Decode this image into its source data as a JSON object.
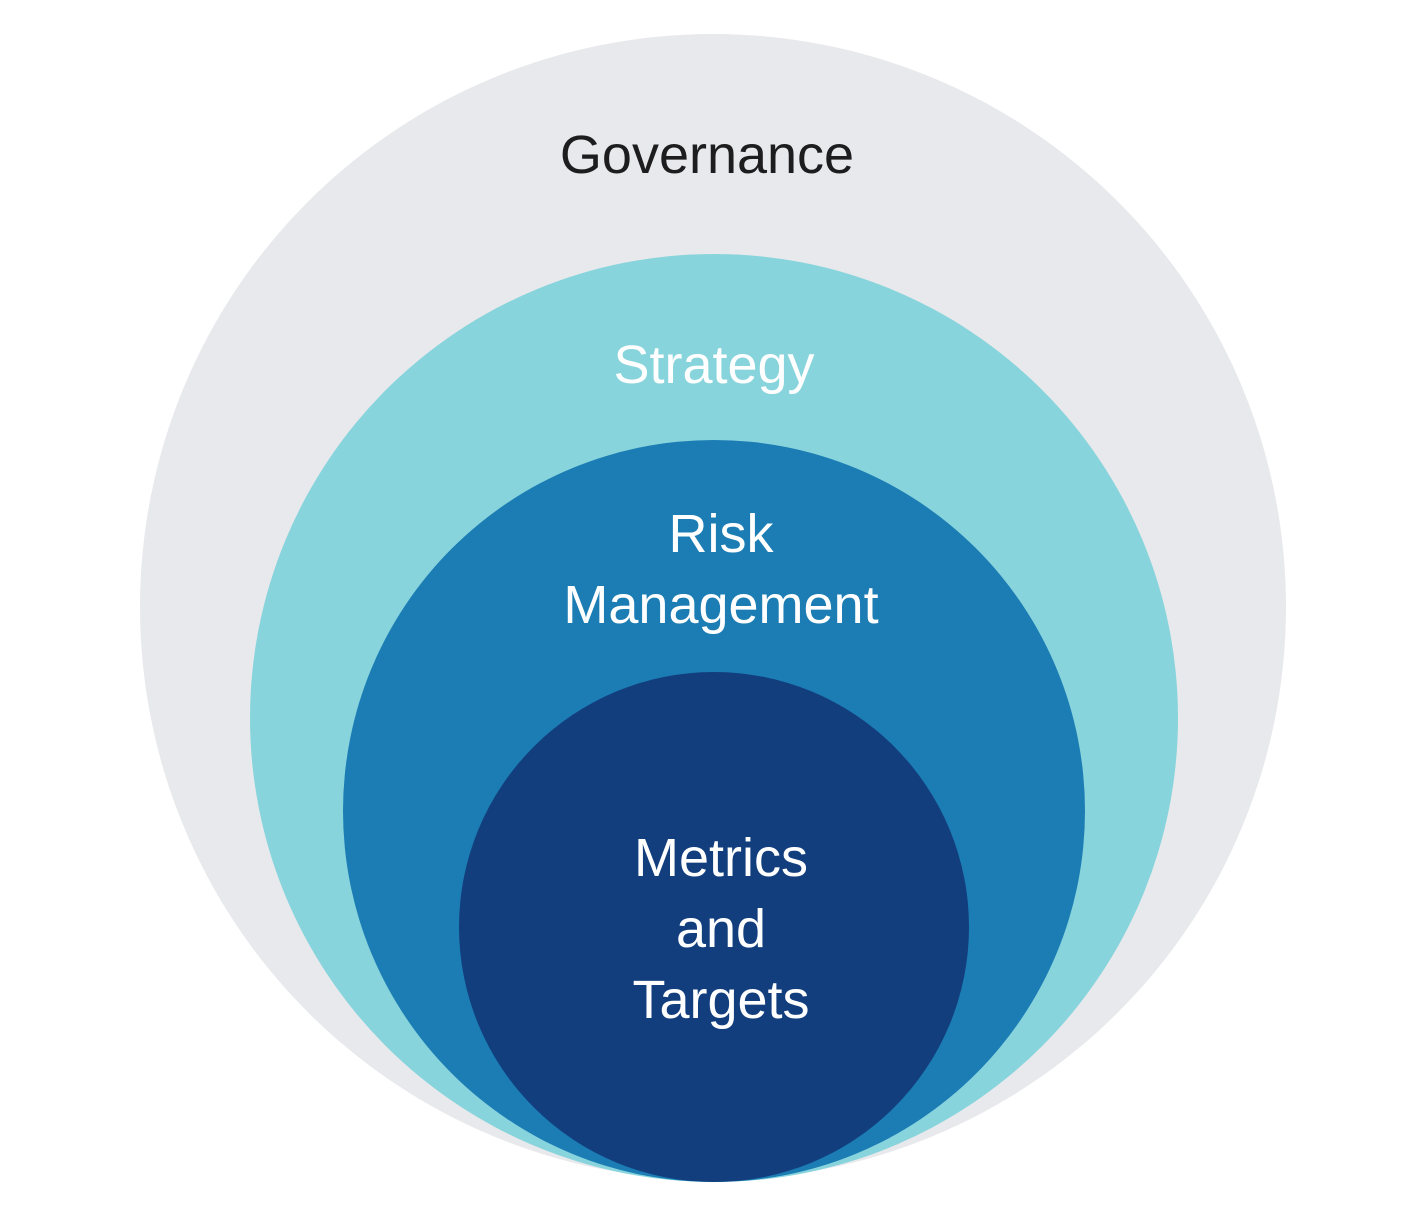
{
  "layers": [
    {
      "id": "gov",
      "lines": [
        "Governance"
      ],
      "fill": "#e8e9ec",
      "text_color": "#1d1d1f"
    },
    {
      "id": "strat",
      "lines": [
        "Strategy"
      ],
      "fill": "#88d4dc",
      "text_color": "#ffffff"
    },
    {
      "id": "risk",
      "lines": [
        "Risk",
        "Management"
      ],
      "fill": "#1b7db4",
      "text_color": "#ffffff"
    },
    {
      "id": "metrics",
      "lines": [
        "Metrics",
        "and",
        "Targets"
      ],
      "fill": "#123e7e",
      "text_color": "#ffffff"
    }
  ]
}
